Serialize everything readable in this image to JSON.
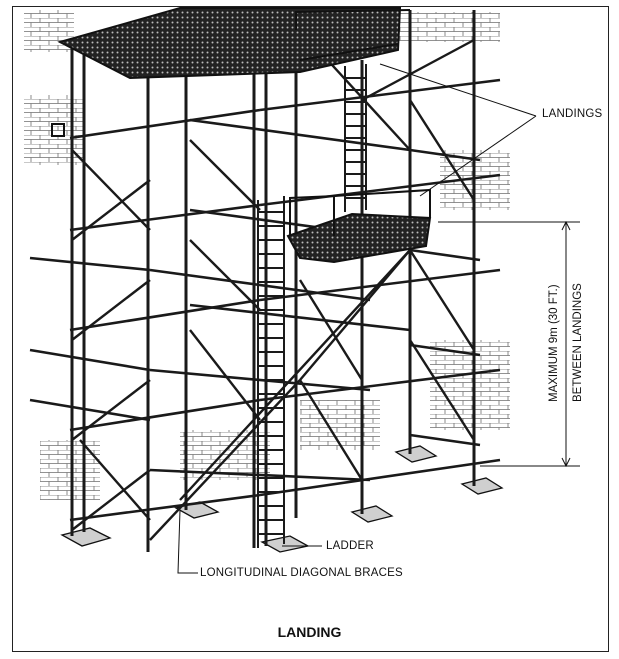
{
  "labels": {
    "landings": "LANDINGS",
    "max_height": "MAXIMUM 9m (30 FT.)",
    "between_landings": "BETWEEN LANDINGS",
    "ladder": "LADDER",
    "braces": "LONGITUDINAL DIAGONAL BRACES"
  },
  "caption": "LANDING",
  "colors": {
    "line": "#1a1a1a",
    "brick": "#444444",
    "deck": "#2b2b2b"
  }
}
